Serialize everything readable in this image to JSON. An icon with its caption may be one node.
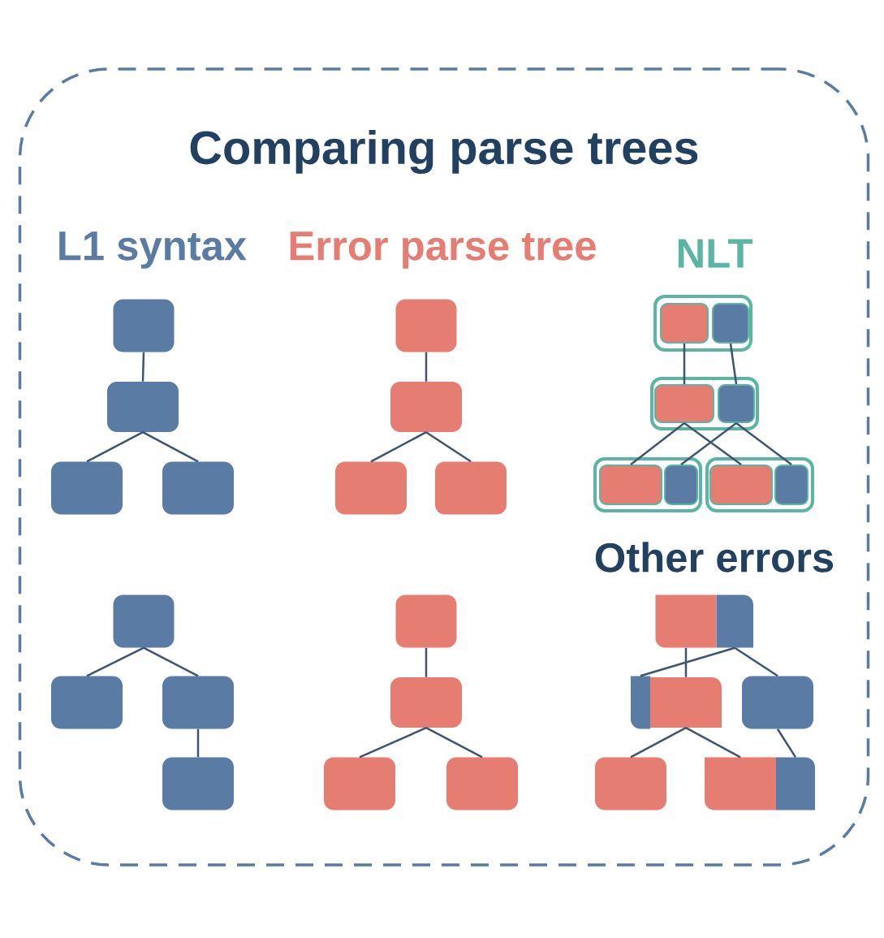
{
  "diagram": {
    "nodes": [
      {
        "text": [
          "Comparing parse trees"
        ]
      },
      {
        "text": [],
        "shape": "box",
        "in": 0
      },
      {
        "text": [],
        "shape": "box",
        "in": 0
      },
      {
        "text": [],
        "shape": "box",
        "in": 0
      },
      {
        "text": [],
        "shape": "box",
        "in": 0
      },
      {
        "text": [],
        "shape": "box",
        "in": 0
      },
      {
        "text": [],
        "shape": "box",
        "in": 0
      },
      {
        "text": [],
        "shape": "box",
        "in": 0
      },
      {
        "text": [],
        "shape": "box",
        "in": 0
      },
      {
        "text": [],
        "shape": "box",
        "in": 0
      },
      {
        "text": [],
        "shape": "box",
        "in": 9
      },
      {
        "text": [],
        "shape": "box",
        "in": 9
      },
      {
        "text": [],
        "shape": "box",
        "in": 0
      },
      {
        "text": [],
        "shape": "box",
        "in": 12
      },
      {
        "text": [],
        "shape": "box",
        "in": 12
      },
      {
        "text": [],
        "shape": "box",
        "in": 0
      },
      {
        "text": [],
        "shape": "box",
        "in": 15
      },
      {
        "text": [],
        "shape": "box",
        "in": 15
      },
      {
        "text": [],
        "shape": "box",
        "in": 0
      },
      {
        "text": [],
        "shape": "box",
        "in": 18
      },
      {
        "text": [],
        "shape": "box",
        "in": 18
      },
      {
        "text": [],
        "shape": "box",
        "in": 0
      },
      {
        "text": [],
        "shape": "box",
        "in": 0
      },
      {
        "text": [],
        "shape": "box",
        "in": 0
      },
      {
        "text": [],
        "shape": "box",
        "in": 0
      },
      {
        "text": [],
        "shape": "box",
        "in": 0
      },
      {
        "text": [],
        "shape": "box",
        "in": 0
      },
      {
        "text": [],
        "shape": "box",
        "in": 0
      },
      {
        "text": [],
        "shape": "box",
        "in": 0
      },
      {
        "text": [],
        "shape": "box",
        "in": 0
      },
      {
        "text": [],
        "shape": "box",
        "in": 0
      },
      {
        "text": [],
        "shape": "box",
        "in": 0
      },
      {
        "text": [],
        "shape": "box",
        "in": 0
      },
      {
        "text": [],
        "shape": "box",
        "in": 0
      },
      {
        "text": [],
        "shape": "box",
        "in": 0
      },
      {
        "text": [],
        "shape": "box",
        "in": 0
      },
      {
        "text": [],
        "shape": "box",
        "in": 0
      }
    ],
    "edges": [
      {
        "from": 1,
        "to": 2,
        "arrow": "none"
      },
      {
        "from": 2,
        "to": 3,
        "arrow": "none"
      },
      {
        "from": 2,
        "to": 4,
        "arrow": "none"
      },
      {
        "from": 5,
        "to": 6,
        "arrow": "none"
      },
      {
        "from": 6,
        "to": 7,
        "arrow": "none"
      },
      {
        "from": 6,
        "to": 8,
        "arrow": "none"
      },
      {
        "from": 10,
        "to": 13,
        "arrow": "none"
      },
      {
        "from": 11,
        "to": 14,
        "arrow": "none"
      },
      {
        "from": 13,
        "to": 16,
        "arrow": "none"
      },
      {
        "from": 13,
        "to": 19,
        "arrow": "none"
      },
      {
        "from": 14,
        "to": 17,
        "arrow": "none"
      },
      {
        "from": 14,
        "to": 20,
        "arrow": "none"
      },
      {
        "from": 21,
        "to": 22,
        "arrow": "none"
      },
      {
        "from": 21,
        "to": 23,
        "arrow": "none"
      },
      {
        "from": 23,
        "to": 24,
        "arrow": "none"
      },
      {
        "from": 25,
        "to": 26,
        "arrow": "none"
      },
      {
        "from": 26,
        "to": 27,
        "arrow": "none"
      },
      {
        "from": 26,
        "to": 28,
        "arrow": "none"
      },
      {
        "from": 29,
        "to": 32,
        "arrow": "none"
      },
      {
        "from": 32,
        "to": 34,
        "arrow": "none"
      },
      {
        "from": 32,
        "to": 35,
        "arrow": "none"
      },
      {
        "from": 30,
        "to": 31,
        "arrow": "none"
      },
      {
        "from": 30,
        "to": 33,
        "arrow": "none"
      },
      {
        "from": 33,
        "to": 36,
        "arrow": "none"
      }
    ],
    "labels": [
      "L1 syntax",
      "Error parse tree",
      "NLT",
      "Other errors"
    ]
  }
}
